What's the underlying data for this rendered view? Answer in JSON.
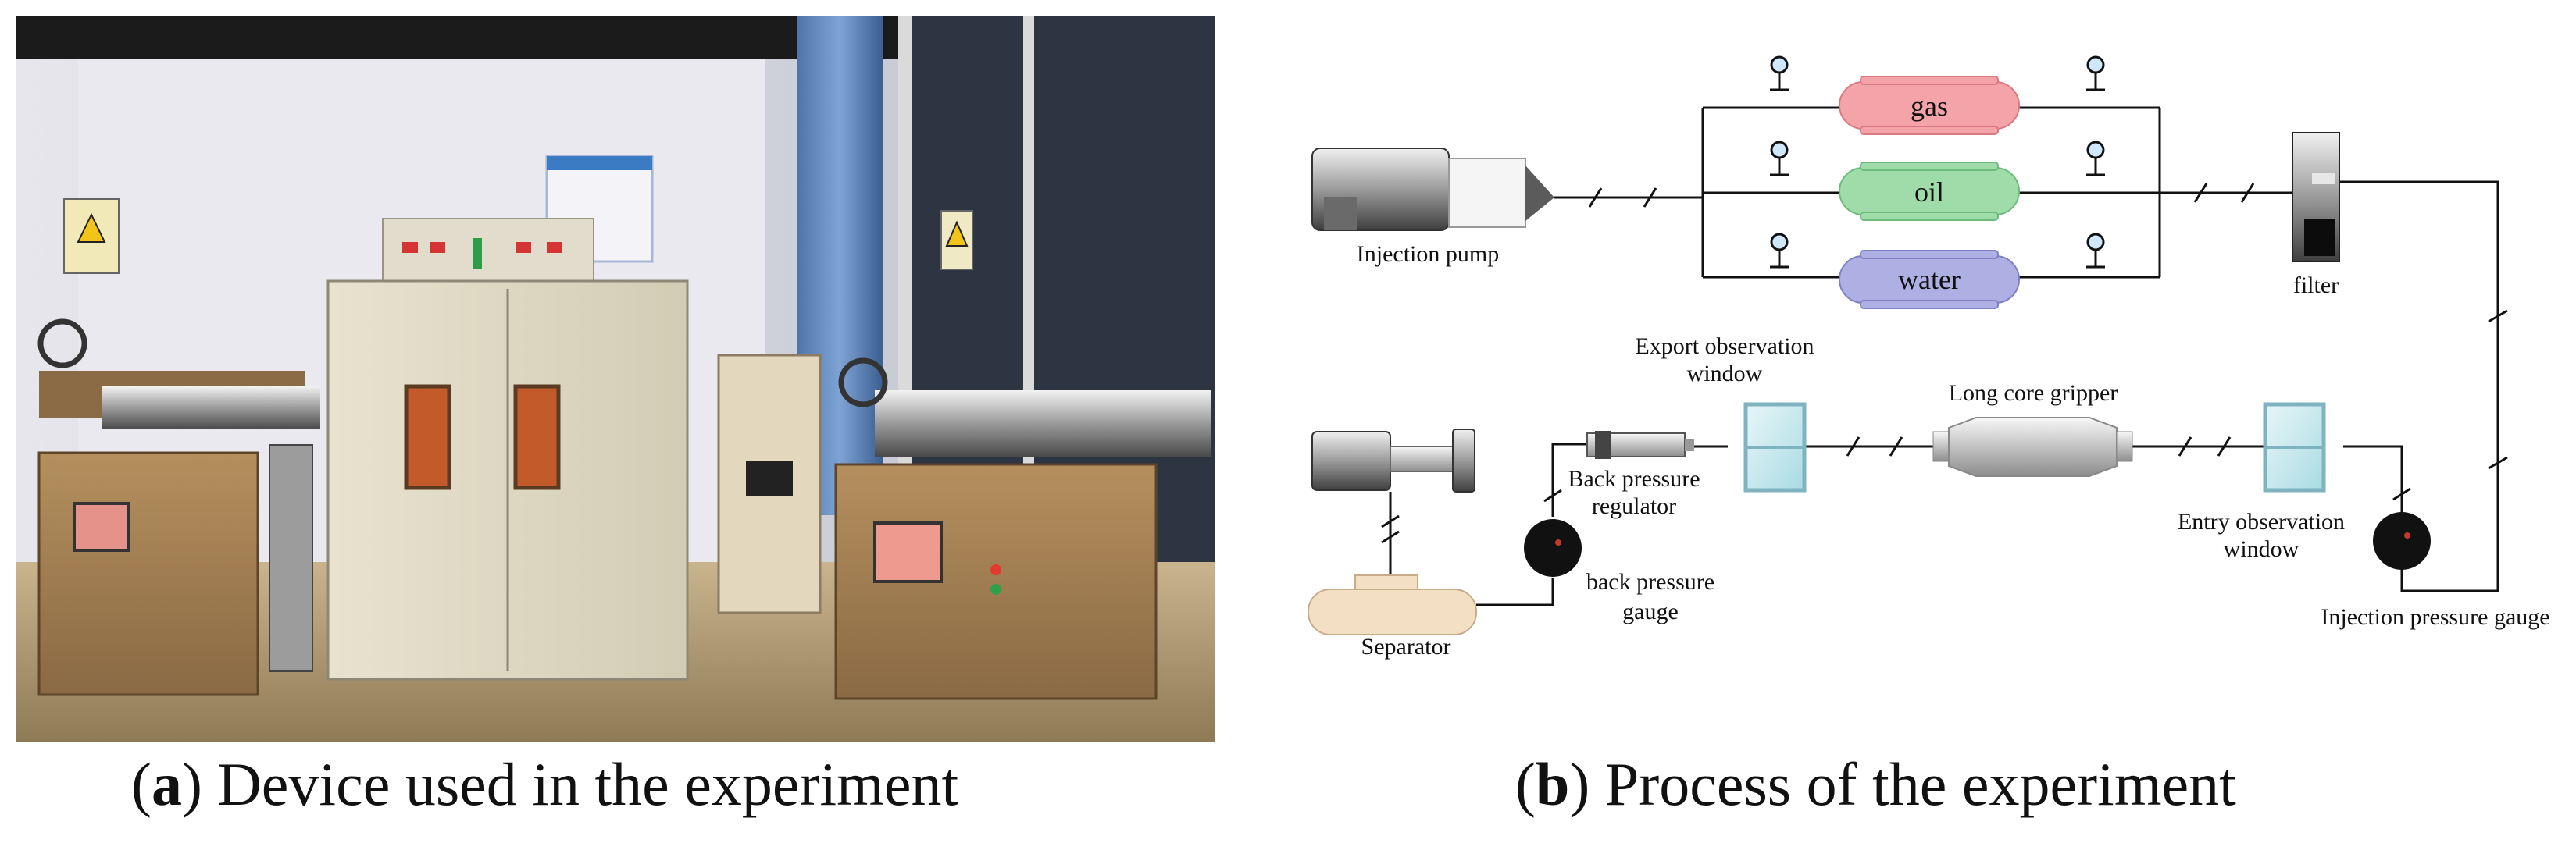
{
  "panel_a": {
    "caption": {
      "open": "(",
      "letter": "a",
      "close": ")",
      "text": " Device used in the experiment"
    }
  },
  "panel_b": {
    "caption": {
      "open": "(",
      "letter": "b",
      "close": ")",
      "text": " Process of the experiment"
    },
    "labels": {
      "injection_pump": "Injection pump",
      "gas": "gas",
      "oil": "oil",
      "water": "water",
      "filter": "filter",
      "export_window_1": "Export observation",
      "export_window_2": "window",
      "long_core": "Long core gripper",
      "back_regulator_1": "Back pressure",
      "back_regulator_2": "regulator",
      "entry_window_1": "Entry observation",
      "entry_window_2": "window",
      "back_gauge_1": "back pressure",
      "back_gauge_2": "gauge",
      "separator": "Separator",
      "injection_gauge": "Injection pressure gauge"
    },
    "colors": {
      "gas": "#f4a3a8",
      "oil": "#9fdcaa",
      "water": "#aeb0e4",
      "separator": "#f3e0c4",
      "gauge": "#111111"
    }
  }
}
